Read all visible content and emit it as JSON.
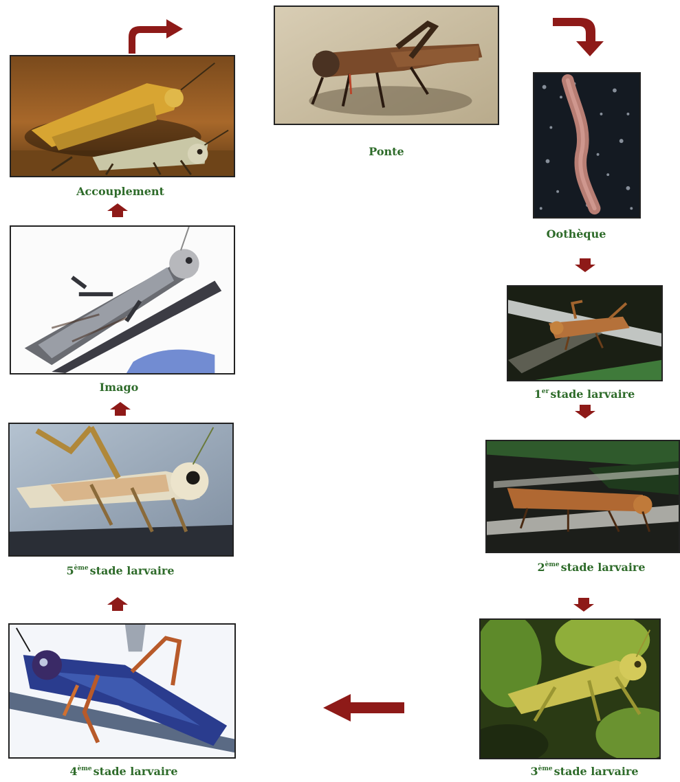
{
  "diagram": {
    "colors": {
      "label": "#2e6b2a",
      "arrow": "#8e1a18",
      "arrow_dark": "#5a0f0d",
      "frame": "#222222"
    },
    "stages": {
      "ponte": {
        "label": "Ponte",
        "icon": "grasshopper-laying-photo"
      },
      "ootheque": {
        "label": "Oothèque",
        "icon": "egg-pod-photo"
      },
      "stade1": {
        "sup": "er",
        "prefix": "1",
        "label": "stade larvaire",
        "icon": "hopper-photo"
      },
      "stade2": {
        "sup": "ème",
        "prefix": "2",
        "label": "stade larvaire",
        "icon": "hopper-photo"
      },
      "stade3": {
        "sup": "ème",
        "prefix": "3",
        "label": "stade larvaire",
        "icon": "hopper-photo"
      },
      "stade4": {
        "sup": "ème",
        "prefix": "4",
        "label": "stade larvaire",
        "icon": "hopper-photo"
      },
      "stade5": {
        "sup": "ème",
        "prefix": "5",
        "label": "stade larvaire",
        "icon": "hopper-photo"
      },
      "imago": {
        "label": "Imago",
        "icon": "adult-locust-photo"
      },
      "accouplement": {
        "label": "Accouplement",
        "icon": "mating-locusts-photo"
      }
    }
  }
}
